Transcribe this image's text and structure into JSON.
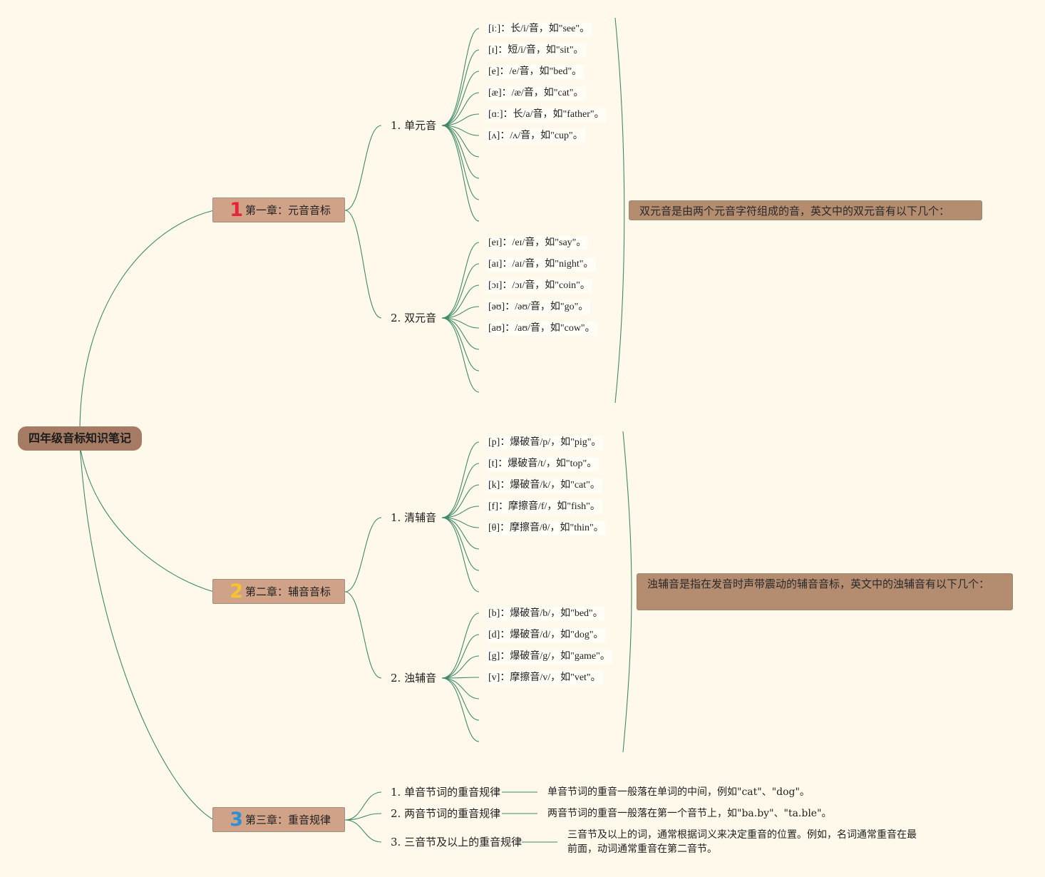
{
  "root": {
    "label": "四年级音标知识笔记"
  },
  "chapters": [
    {
      "number": "1",
      "title": "第一章：元音音标",
      "color": "#e8243a",
      "note": "双元音是由两个元音字符组成的音，英文中的双元音有以下几个：",
      "sections": [
        {
          "label": "1. 单元音",
          "items": [
            "[iː]：长/i/音，如\"see\"。",
            "[ɪ]：短/i/音，如\"sit\"。",
            "[e]：/e/音，如\"bed\"。",
            "[æ]：/æ/音，如\"cat\"。",
            "[ɑː]：长/a/音，如\"father\"。",
            "[ʌ]：/ʌ/音，如\"cup\"。"
          ]
        },
        {
          "label": "2. 双元音",
          "items": [
            "[eɪ]：/eɪ/音，如\"say\"。",
            "[aɪ]：/aɪ/音，如\"night\"。",
            "[ɔɪ]：/ɔɪ/音，如\"coin\"。",
            "[əʊ]：/əʊ/音，如\"go\"。",
            "[aʊ]：/aʊ/音，如\"cow\"。"
          ]
        }
      ]
    },
    {
      "number": "2",
      "title": "第二章：辅音音标",
      "color": "#f5c531",
      "note": "浊辅音是指在发音时声带震动的辅音音标，英文中的浊辅音有以下几个：",
      "sections": [
        {
          "label": "1. 清辅音",
          "items": [
            "[p]：爆破音/p/，如\"pig\"。",
            "[t]：爆破音/t/，如\"top\"。",
            "[k]：爆破音/k/，如\"cat\"。",
            "[f]：摩擦音/f/，如\"fish\"。",
            "[θ]：摩擦音/θ/，如\"thin\"。"
          ]
        },
        {
          "label": "2. 浊辅音",
          "items": [
            "[b]：爆破音/b/，如\"bed\"。",
            "[d]：爆破音/d/，如\"dog\"。",
            "[g]：爆破音/g/，如\"game\"。",
            "[v]：摩擦音/v/，如\"vet\"。"
          ]
        }
      ]
    },
    {
      "number": "3",
      "title": "第三章：重音规律",
      "color": "#2f8fd0",
      "rules": [
        {
          "label": "1. 单音节词的重音规律",
          "desc": "单音节词的重音一般落在单词的中间，例如\"cat\"、\"dog\"。"
        },
        {
          "label": "2. 两音节词的重音规律",
          "desc": "两音节词的重音一般落在第一个音节上，如\"ba.by\"、\"ta.ble\"。"
        },
        {
          "label": "3. 三音节及以上的重音规律",
          "desc": "三音节及以上的词，通常根据词义来决定重音的位置。例如，名词通常重音在最前面，动词通常重音在第二音节。"
        }
      ]
    }
  ]
}
